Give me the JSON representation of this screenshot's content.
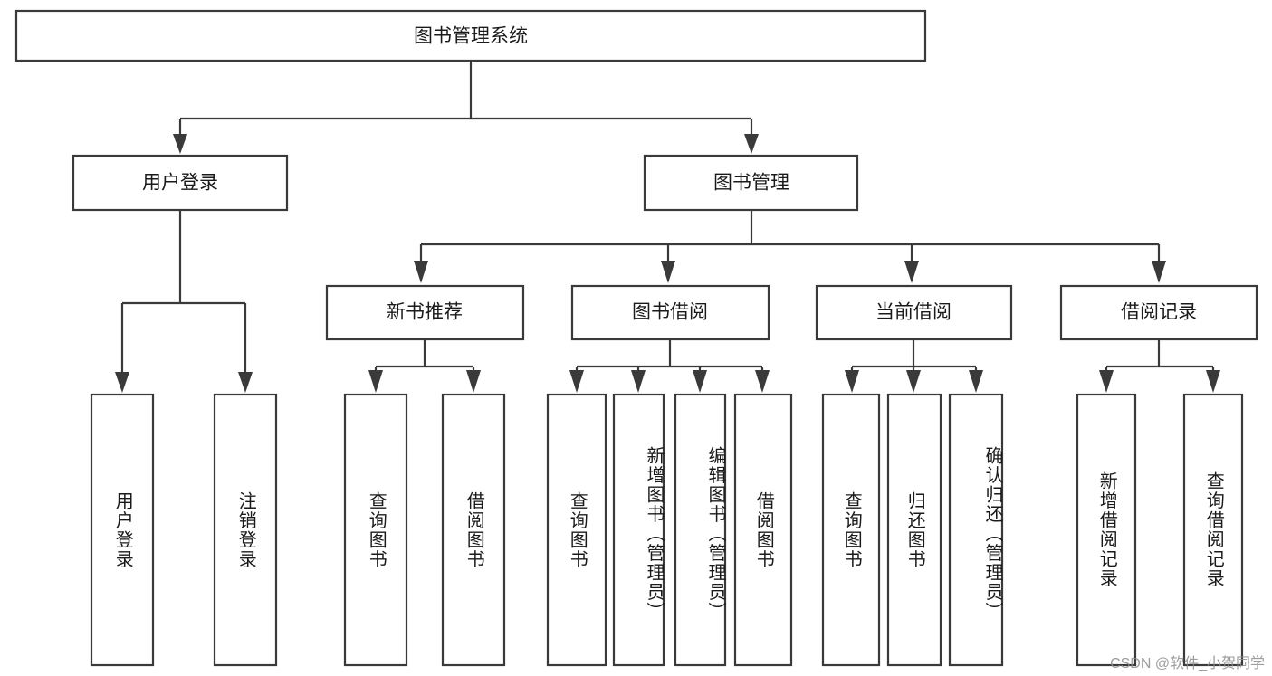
{
  "diagram": {
    "type": "tree-hierarchy",
    "title": "图书管理系统",
    "watermark": "CSDN @软件_小贺同学",
    "colors": {
      "stroke": "#3a3a3a",
      "fill": "#ffffff",
      "text": "#1a1a1a",
      "watermark": "#8c8c8c"
    },
    "levels": {
      "root": {
        "label": "图书管理系统"
      },
      "level2": [
        {
          "id": "user-login",
          "label": "用户登录"
        },
        {
          "id": "book-manage",
          "label": "图书管理"
        }
      ],
      "level3": [
        {
          "id": "new-book-recommend",
          "label": "新书推荐",
          "parent": "book-manage"
        },
        {
          "id": "book-borrow",
          "label": "图书借阅",
          "parent": "book-manage"
        },
        {
          "id": "current-borrow",
          "label": "当前借阅",
          "parent": "book-manage"
        },
        {
          "id": "borrow-record",
          "label": "借阅记录",
          "parent": "book-manage"
        }
      ],
      "leaves": [
        {
          "id": "leaf-user-login",
          "label": "用户登录",
          "parent": "user-login"
        },
        {
          "id": "leaf-logout-login",
          "label": "注销登录",
          "parent": "user-login"
        },
        {
          "id": "leaf-query-book-1",
          "label": "查询图书",
          "parent": "new-book-recommend"
        },
        {
          "id": "leaf-borrow-book-1",
          "label": "借阅图书",
          "parent": "new-book-recommend"
        },
        {
          "id": "leaf-query-book-2",
          "label": "查询图书",
          "parent": "book-borrow"
        },
        {
          "id": "leaf-add-book-admin",
          "label": "新增图书（管理员）",
          "parent": "book-borrow"
        },
        {
          "id": "leaf-edit-book-admin",
          "label": "编辑图书（管理员）",
          "parent": "book-borrow"
        },
        {
          "id": "leaf-borrow-book-2",
          "label": "借阅图书",
          "parent": "book-borrow"
        },
        {
          "id": "leaf-query-book-3",
          "label": "查询图书",
          "parent": "current-borrow"
        },
        {
          "id": "leaf-return-book",
          "label": "归还图书",
          "parent": "current-borrow"
        },
        {
          "id": "leaf-confirm-return-admin",
          "label": "确认归还（管理员）",
          "parent": "current-borrow"
        },
        {
          "id": "leaf-add-borrow-record",
          "label": "新增借阅记录",
          "parent": "borrow-record"
        },
        {
          "id": "leaf-query-borrow-record",
          "label": "查询借阅记录",
          "parent": "borrow-record"
        }
      ]
    }
  }
}
